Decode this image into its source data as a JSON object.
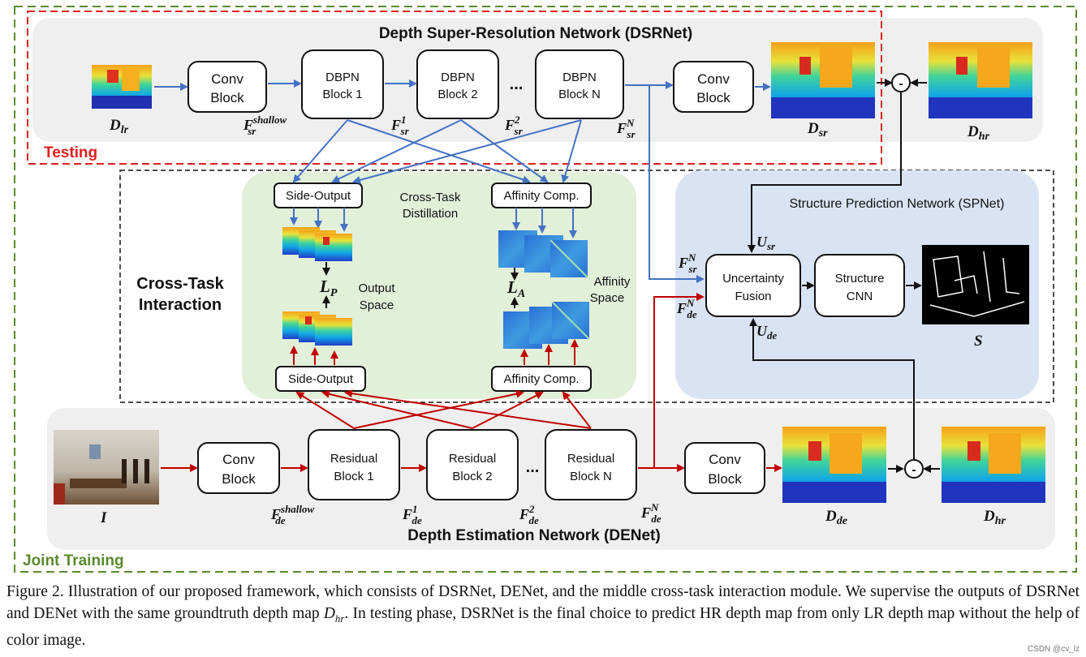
{
  "dsrnet": {
    "title": "Depth Super-Resolution Network (DSRNet)",
    "testing_label": "Testing",
    "conv1": [
      "Conv",
      "Block"
    ],
    "dbpn1": [
      "DBPN",
      "Block 1"
    ],
    "dbpn2": [
      "DBPN",
      "Block 2"
    ],
    "dbpnN": [
      "DBPN",
      "Block N"
    ],
    "conv2": [
      "Conv",
      "Block"
    ],
    "ellipsis": "...",
    "label_dlr": "D",
    "label_dlr_sub": "lr",
    "label_dsr": "D",
    "label_dsr_sub": "sr",
    "label_dhr": "D",
    "label_dhr_sub": "hr",
    "f_shallow": "F",
    "f_shallow_sub": "sr",
    "f_shallow_sup": "shallow",
    "f1_sub": "sr",
    "f1_sup": "1",
    "f2_sub": "sr",
    "f2_sup": "2",
    "fN_sub": "sr",
    "fN_sup": "N"
  },
  "interaction": {
    "title_line1": "Cross-Task",
    "title_line2": "Interaction",
    "distill_line1": "Cross-Task",
    "distill_line2": "Distillation",
    "side_output": "Side-Output",
    "affinity_comp": "Affinity Comp.",
    "lp": "L",
    "lp_sub": "P",
    "la": "L",
    "la_sub": "A",
    "output_space_1": "Output",
    "output_space_2": "Space",
    "affinity_space_1": "Affinity",
    "affinity_space_2": "Space"
  },
  "spnet": {
    "title": "Structure Prediction Network (SPNet)",
    "uncertainty": [
      "Uncertainty",
      "Fusion"
    ],
    "structure": [
      "Structure",
      "CNN"
    ],
    "usr": "U",
    "usr_sub": "sr",
    "ude": "U",
    "ude_sub": "de",
    "fsr": "F",
    "fsr_sub": "sr",
    "fsr_sup": "N",
    "fde": "F",
    "fde_sub": "de",
    "fde_sup": "N",
    "s": "S"
  },
  "denet": {
    "title": "Depth Estimation Network (DENet)",
    "joint_label": "Joint Training",
    "conv1": [
      "Conv",
      "Block"
    ],
    "res1": [
      "Residual",
      "Block 1"
    ],
    "res2": [
      "Residual",
      "Block 2"
    ],
    "resN": [
      "Residual",
      "Block N"
    ],
    "conv2": [
      "Conv",
      "Block"
    ],
    "ellipsis": "...",
    "label_i": "I",
    "label_dde": "D",
    "label_dde_sub": "de",
    "label_dhr": "D",
    "label_dhr_sub": "hr",
    "f_shallow_sub": "de",
    "f_shallow_sup": "shallow",
    "f1_sub": "de",
    "f1_sup": "1",
    "f2_sub": "de",
    "f2_sup": "2",
    "fN_sub": "de",
    "fN_sup": "N"
  },
  "minus": "-",
  "caption": "Figure 2. Illustration of our proposed framework, which consists of DSRNet, DENet, and the middle cross-task interaction module. We supervise the outputs of DSRNet and DENet with the same groundtruth depth map D_hr. In testing phase, DSRNet is the final choice to predict HR depth map from only LR depth map without the help of color image.",
  "caption_parts": {
    "p1": "Figure 2. Illustration of our proposed framework, which consists of DSRNet, DENet, and the middle cross-task interaction module. We supervise the outputs of DSRNet and DENet with the same groundtruth depth map ",
    "math_d": "D",
    "math_sub": "hr",
    "p2": ". In testing phase, DSRNet is the final choice to predict HR depth map from only LR depth map without the help of color image."
  },
  "watermark": "CSDN @cv_lz",
  "colors": {
    "blue_arrow": "#4472c4",
    "red_arrow": "#c00000",
    "testing_red": "#e02020",
    "joint_green": "#5a8a2e",
    "interaction_bg": "#e2efd9",
    "spnet_bg": "#dae3f3",
    "network_bg": "#efefef"
  }
}
